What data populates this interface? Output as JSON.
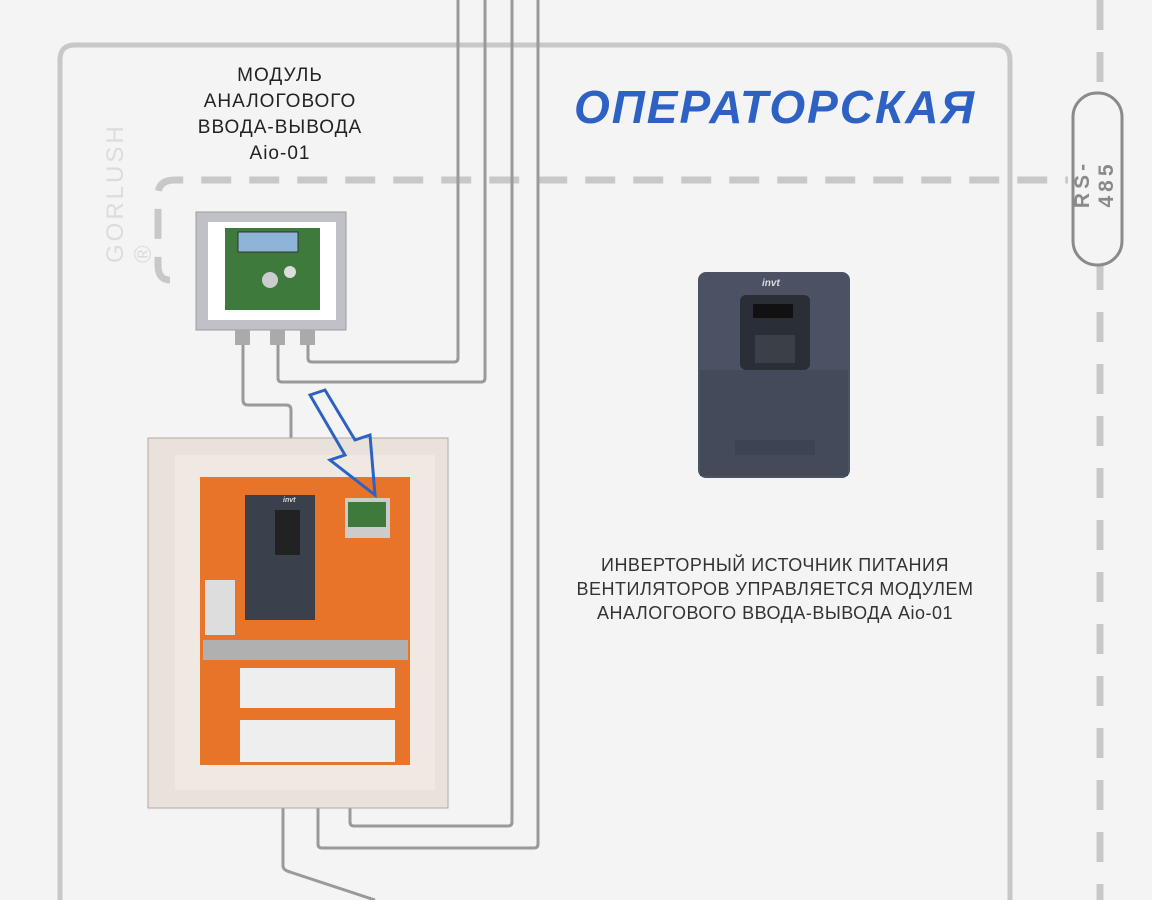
{
  "module_label": {
    "line1": "МОДУЛЬ",
    "line2": "АНАЛОГОВОГО",
    "line3": "ВВОДА-ВЫВОДА",
    "line4": "Aio-01"
  },
  "room_title": "ОПЕРАТОРСКАЯ",
  "bus_label": "RS-485",
  "description": {
    "line1": "ИНВЕРТОРНЫЙ ИСТОЧНИК ПИТАНИЯ",
    "line2": "ВЕНТИЛЯТОРОВ УПРАВЛЯЕТСЯ МОДУЛЕМ",
    "line3": "АНАЛОГОВОГО ВВОДА-ВЫВОДА Aio-01"
  },
  "watermark": "GORLUSH ®",
  "inverter_logo": "invt",
  "colors": {
    "accent": "#2d62c4",
    "wire": "#9a9a9a",
    "frame": "#c8c8c8",
    "orange": "#e8742a"
  }
}
